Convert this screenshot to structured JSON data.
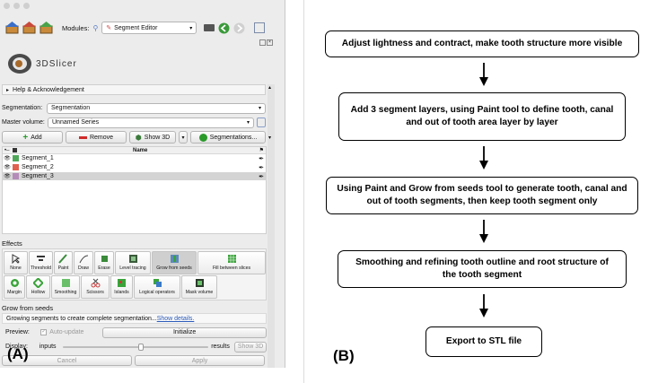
{
  "toolbar": {
    "modules_label": "Modules:",
    "module_selected": "Segment Editor"
  },
  "logo_text": "3DSlicer",
  "help_label": "Help & Acknowledgement",
  "segmentation": {
    "label": "Segmentation:",
    "value": "Segmentation"
  },
  "master_volume": {
    "label": "Master volume:",
    "value": "Unnamed Series"
  },
  "actions": {
    "add": "Add",
    "remove": "Remove",
    "show3d": "Show 3D",
    "segmentations": "Segmentations..."
  },
  "table": {
    "header": "Name",
    "segments": [
      {
        "name": "Segment_1",
        "color": "#4fa85a"
      },
      {
        "name": "Segment_2",
        "color": "#e0604f"
      },
      {
        "name": "Segment_3",
        "color": "#b48bb8"
      }
    ]
  },
  "effects": {
    "label": "Effects",
    "row1": [
      "None",
      "Threshold",
      "Paint",
      "Draw",
      "Erase",
      "Level tracing",
      "Grow from seeds",
      "Fill between slices"
    ],
    "row2": [
      "Margin",
      "Hollow",
      "Smoothing",
      "Scissors",
      "Islands",
      "Logical operators",
      "Mask volume"
    ]
  },
  "grow": {
    "title": "Grow from seeds",
    "info": "Growing segments to create complete segmentation...",
    "details_link": "Show details.",
    "preview_label": "Preview:",
    "auto_update": "Auto-update",
    "initialize": "Initialize",
    "display_label": "Display:",
    "inputs": "inputs",
    "results": "results",
    "show3d": "Show 3D",
    "cancel": "Cancel",
    "apply": "Apply"
  },
  "panel_labels": {
    "a": "(A)",
    "b": "(B)"
  },
  "flowchart": [
    "Adjust lightness and contract, make tooth structure more visible",
    "Add 3 segment layers, using Paint tool to define tooth, canal and out of tooth area layer by layer",
    "Using Paint and Grow from seeds tool to generate tooth, canal and out of tooth segments, then keep tooth segment only",
    "Smoothing and refining tooth outline and root structure of the tooth segment",
    "Export to STL file"
  ]
}
